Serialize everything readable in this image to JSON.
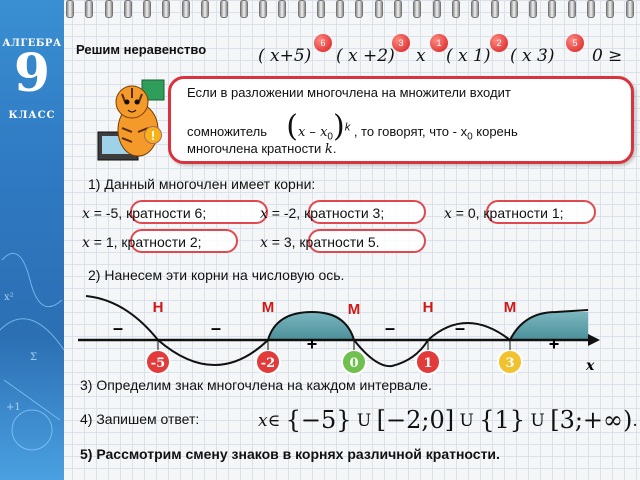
{
  "book": {
    "title_top": "АЛГЕБРА",
    "grade": "9",
    "title_bottom": "КЛАСС"
  },
  "header": {
    "title": "Решим неравенство",
    "formula": {
      "f1": "( x+5)",
      "f2": "( x  +2)",
      "f3": "x",
      "f4": "( x  1)",
      "f5": "( x  3)",
      "f6": "0",
      "rel": "≥",
      "powers": [
        "6",
        "3",
        "1",
        "2",
        "5"
      ]
    }
  },
  "info": {
    "line1": "Если в разложении многочлена на множители входит",
    "line2_a": "сомножитель",
    "factor": "x – x",
    "factor_sub": "0",
    "factor_exp": "k",
    "line2_b": ", то говорят, что  - x",
    "line2_sub": "0",
    "line2_c": " корень",
    "line3_a": "многочлена кратности ",
    "line3_k": "k",
    "line3_end": ".",
    "warn_mark": "!"
  },
  "step1": {
    "label": "1)   Данный многочлен имеет корни:",
    "roots": [
      {
        "var": "x",
        "text": " = -5, кратности 6;"
      },
      {
        "var": "x",
        "text": " = -2, кратности 3;"
      },
      {
        "var": "x",
        "text": " = 0, кратности 1;"
      },
      {
        "var": "x",
        "text": " = 1, кратности 2;"
      },
      {
        "var": "x",
        "text": " = 3,  кратности 5."
      }
    ]
  },
  "step2": {
    "label": "2)   Нанесем эти корни на числовую ось.",
    "axis_var": "x",
    "points": [
      "-5",
      "-2",
      "0",
      "1",
      "3"
    ],
    "letters": [
      "Н",
      "М",
      "М",
      "Н",
      "М"
    ],
    "signs": [
      "–",
      "–",
      "+",
      "–",
      "–",
      "+"
    ]
  },
  "step3": {
    "label": "3)  Определим знак многочлена на каждом интервале."
  },
  "step4": {
    "label": "4)  Запишем ответ:",
    "answer_prefix": "x∈",
    "answer_set1": "{−5}",
    "union": "U",
    "answer_int1": "[−2;0]",
    "answer_set2": "{1}",
    "answer_int2": "[3;+∞)",
    "answer_end": "."
  },
  "step5": {
    "label": "5) Рассмотрим смену знаков в корнях различной кратности."
  },
  "colors": {
    "accent_red": "#d8333f",
    "teal": "#5f9ea8",
    "dot_red": "#e23b3b",
    "dot_green": "#6fc04e",
    "dot_yellow": "#f2c12e",
    "letter_red": "#d01818"
  }
}
